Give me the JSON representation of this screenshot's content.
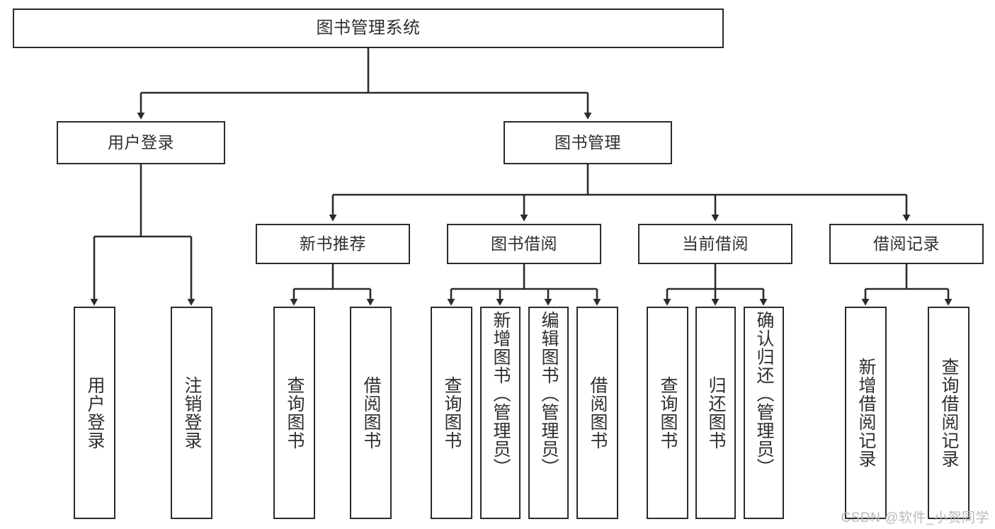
{
  "diagram": {
    "type": "tree-hierarchy",
    "title": "图书管理系统",
    "watermark": "CSDN @软件_小贺同学",
    "colors": {
      "border": "#2b2b2b",
      "text": "#2f2f2f",
      "background": "#ffffff",
      "watermark": "#b9b9b9"
    },
    "nodes": {
      "root": {
        "label": "图书管理系统"
      },
      "level1": [
        {
          "id": "user-login",
          "label": "用户登录"
        },
        {
          "id": "book-manage",
          "label": "图书管理"
        }
      ],
      "level2": [
        {
          "id": "new-book-recommend",
          "label": "新书推荐"
        },
        {
          "id": "book-borrow",
          "label": "图书借阅"
        },
        {
          "id": "current-borrow",
          "label": "当前借阅"
        },
        {
          "id": "borrow-record",
          "label": "借阅记录"
        }
      ],
      "leaves": {
        "user-login": [
          {
            "id": "leaf-user-login",
            "label": "用户登录"
          },
          {
            "id": "leaf-logout",
            "label": "注销登录"
          }
        ],
        "new-book-recommend": [
          {
            "id": "leaf-query-book-1",
            "label": "查询图书"
          },
          {
            "id": "leaf-borrow-book-1",
            "label": "借阅图书"
          }
        ],
        "book-borrow": [
          {
            "id": "leaf-query-book-2",
            "label": "查询图书"
          },
          {
            "id": "leaf-add-book",
            "label": "新增图书（管理员）"
          },
          {
            "id": "leaf-edit-book",
            "label": "编辑图书（管理员）"
          },
          {
            "id": "leaf-borrow-book-2",
            "label": "借阅图书"
          }
        ],
        "current-borrow": [
          {
            "id": "leaf-query-book-3",
            "label": "查询图书"
          },
          {
            "id": "leaf-return-book",
            "label": "归还图书"
          },
          {
            "id": "leaf-confirm-return",
            "label": "确认归还（管理员）"
          }
        ],
        "borrow-record": [
          {
            "id": "leaf-add-record",
            "label": "新增借阅记录"
          },
          {
            "id": "leaf-query-record",
            "label": "查询借阅记录"
          }
        ]
      }
    }
  }
}
